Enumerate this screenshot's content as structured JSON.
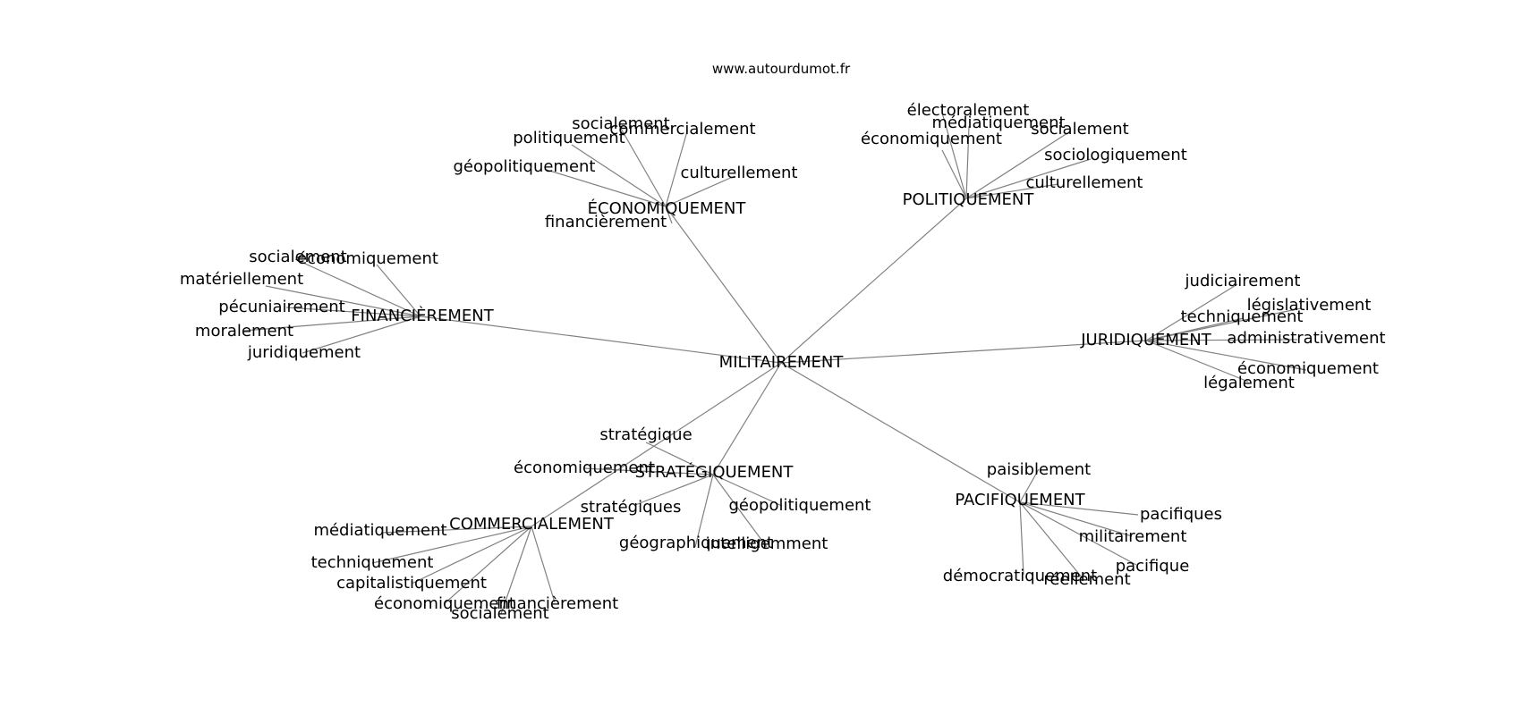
{
  "site": "www.autourdumot.fr",
  "center": "MILITAIREMENT",
  "hubs": [
    {
      "label": "ÉCONOMIQUEMENT",
      "children": [
        "socialement",
        "commercialement",
        "politiquement",
        "géopolitiquement",
        "culturellement",
        "financièrement"
      ]
    },
    {
      "label": "POLITIQUEMENT",
      "children": [
        "électoralement",
        "médiatiquement",
        "socialement",
        "économiquement",
        "sociologiquement",
        "culturellement"
      ]
    },
    {
      "label": "FINANCIÈREMENT",
      "children": [
        "socialement",
        "économiquement",
        "matériellement",
        "pécuniairement",
        "moralement",
        "juridiquement"
      ]
    },
    {
      "label": "JURIDIQUEMENT",
      "children": [
        "judiciairement",
        "législativement",
        "techniquement",
        "administrativement",
        "économiquement",
        "légalement"
      ]
    },
    {
      "label": "STRATÉGIQUEMENT",
      "children": [
        "stratégique",
        "économiquement",
        "stratégiques",
        "géopolitiquement",
        "géographiquement",
        "intelligemment"
      ]
    },
    {
      "label": "COMMERCIALEMENT",
      "children": [
        "médiatiquement",
        "techniquement",
        "capitalistiquement",
        "économiquement",
        "financièrement",
        "socialement"
      ]
    },
    {
      "label": "PACIFIQUEMENT",
      "children": [
        "paisiblement",
        "pacifiques",
        "militairement",
        "pacifique",
        "démocratiquement",
        "réellement"
      ]
    }
  ]
}
